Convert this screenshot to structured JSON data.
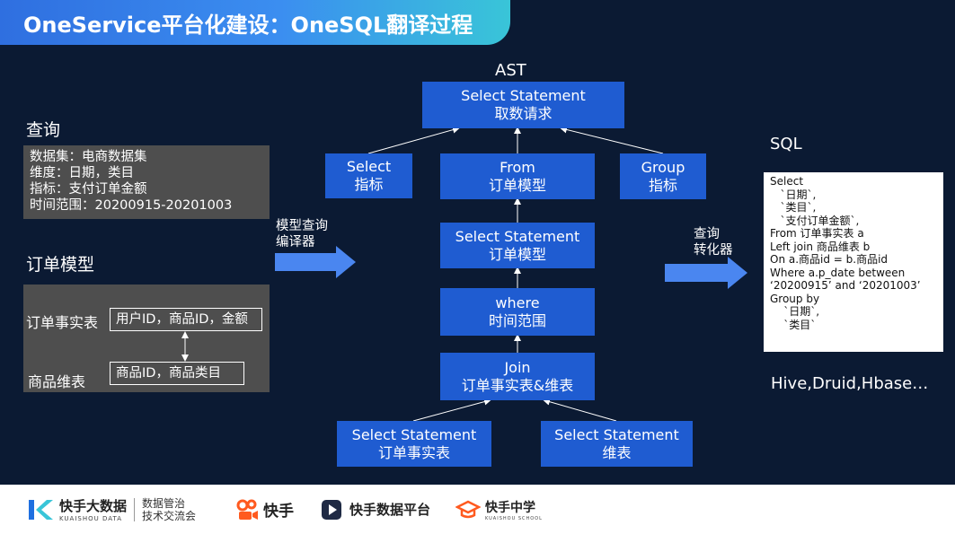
{
  "title": "OneService平台化建设：OneSQL翻译过程",
  "query": {
    "heading": "查询",
    "lines": [
      "数据集：电商数据集",
      "维度：日期，类目",
      "指标：支付订单金额",
      "时间范围：20200915-20201003"
    ]
  },
  "order_model": {
    "heading": "订单模型",
    "fact_label": "订单事实表",
    "fact_fields": "用户ID，商品ID，金额",
    "dim_label": "商品维表",
    "dim_fields": "商品ID，商品类目"
  },
  "compiler_arrow": {
    "line1": "模型查询",
    "line2": "编译器"
  },
  "ast": {
    "heading": "AST",
    "root": {
      "line1": "Select Statement",
      "line2": "取数请求"
    },
    "select": {
      "line1": "Select",
      "line2": "指标"
    },
    "from": {
      "line1": "From",
      "line2": "订单模型"
    },
    "group": {
      "line1": "Group",
      "line2": "指标"
    },
    "select_model": {
      "line1": "Select  Statement",
      "line2": "订单模型"
    },
    "where": {
      "line1": "where",
      "line2": "时间范围"
    },
    "join": {
      "line1": "Join",
      "line2": "订单事实表&维表"
    },
    "select_fact": {
      "line1": "Select Statement",
      "line2": "订单事实表"
    },
    "select_dim": {
      "line1": "Select Statement",
      "line2": "维表"
    }
  },
  "converter_arrow": {
    "line1": "查询",
    "line2": "转化器"
  },
  "sql": {
    "heading": "SQL",
    "lines": [
      "Select",
      "   `日期`,",
      "   `类目`,",
      "   `支付订单金额`,",
      "From 订单事实表 a",
      "Left join 商品维表 b",
      "On a.商品id = b.商品id",
      "Where a.p_date between",
      "‘20200915’ and ‘20201003’",
      "Group by",
      "    `日期`,",
      "    `类目`"
    ]
  },
  "engines": "Hive,Druid,Hbase…",
  "footer": {
    "brand1_name": "快手大数据",
    "brand1_sub": "KUAISHOU DATA",
    "slogan_line1": "数据管治",
    "slogan_line2": "技术交流会",
    "brand2_name": "快手",
    "brand3_name": "快手数据平台",
    "brand4_name": "快手中学",
    "brand4_sub": "KUAISHOU SCHOOL"
  },
  "colors": {
    "background": "#0b1a33",
    "node_blue": "#1f5cd1",
    "arrow_blue": "#4a86f0",
    "panel_gray": "#4e4e4e",
    "brand_orange": "#ff5a1f"
  }
}
